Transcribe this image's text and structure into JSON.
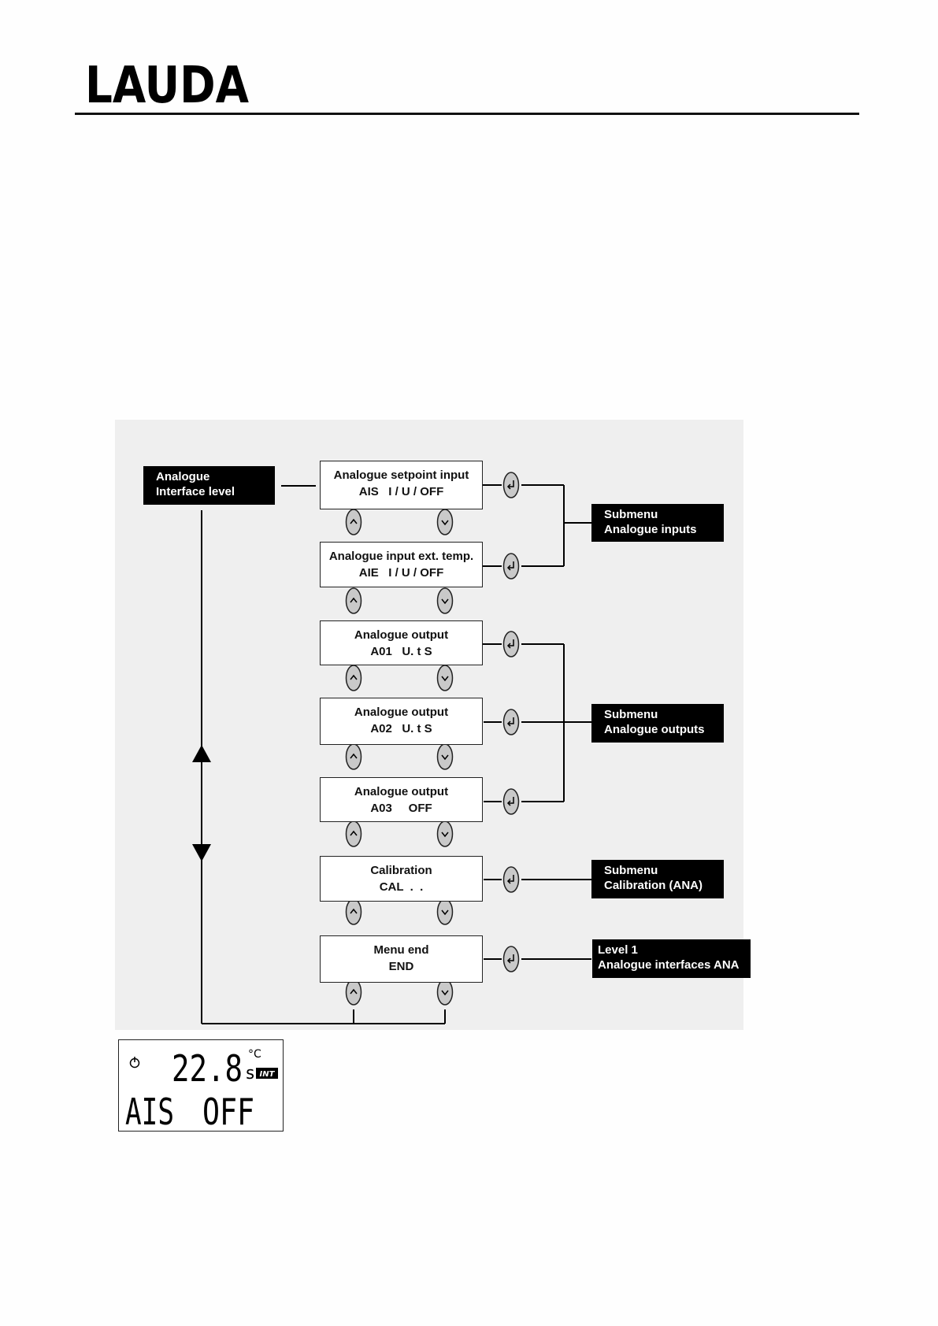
{
  "header": {
    "logo_text": "LAUDA"
  },
  "diagram": {
    "level_block": {
      "line1": "Analogue",
      "line2": "Interface level"
    },
    "menu_items": [
      {
        "line1": "Analogue setpoint input",
        "line2": "AIS   I / U / OFF"
      },
      {
        "line1": "Analogue input ext. temp.",
        "line2": "AIE   I / U / OFF"
      },
      {
        "line1": "Analogue output",
        "line2": "A01   U. t S"
      },
      {
        "line1": "Analogue output",
        "line2": "A02   U. t S"
      },
      {
        "line1": "Analogue output",
        "line2": "A03     OFF"
      },
      {
        "line1": "Calibration",
        "line2": "CAL  .  ."
      },
      {
        "line1": "Menu end",
        "line2": "END"
      }
    ],
    "submenus": [
      {
        "line1": "Submenu",
        "line2": "Analogue inputs"
      },
      {
        "line1": "Submenu",
        "line2": "Analogue outputs"
      },
      {
        "line1": "Submenu",
        "line2": "Calibration (ANA)"
      },
      {
        "line1": "Level 1",
        "line2": "Analogue interfaces ANA"
      }
    ]
  },
  "display": {
    "temperature": "22.8",
    "suffix": "s",
    "unit": "°C",
    "mode_badge": "INT",
    "parameter": "AIS",
    "value": "OFF"
  }
}
